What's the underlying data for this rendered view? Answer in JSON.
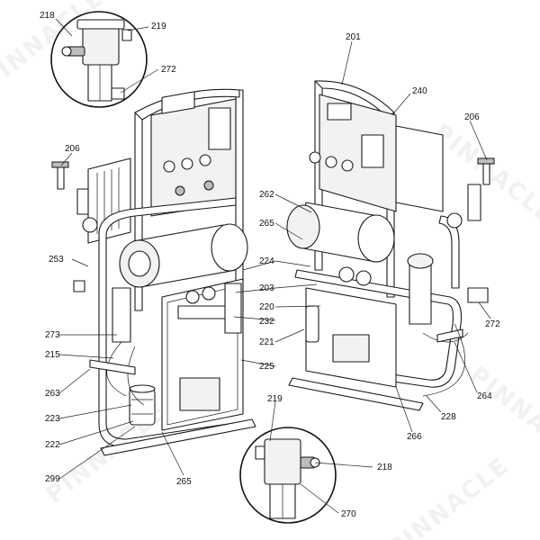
{
  "watermark": "PINNACLE",
  "callouts": [
    {
      "id": "c218a",
      "text": "218"
    },
    {
      "id": "c219a",
      "text": "219"
    },
    {
      "id": "c272a",
      "text": "272"
    },
    {
      "id": "c201",
      "text": "201"
    },
    {
      "id": "c240",
      "text": "240"
    },
    {
      "id": "c206a",
      "text": "206"
    },
    {
      "id": "c206b",
      "text": "206"
    },
    {
      "id": "c262",
      "text": "262"
    },
    {
      "id": "c265a",
      "text": "265"
    },
    {
      "id": "c224",
      "text": "224"
    },
    {
      "id": "c203",
      "text": "203"
    },
    {
      "id": "c220",
      "text": "220"
    },
    {
      "id": "c232",
      "text": "232"
    },
    {
      "id": "c221",
      "text": "221"
    },
    {
      "id": "c225",
      "text": "225"
    },
    {
      "id": "c253",
      "text": "253"
    },
    {
      "id": "c273",
      "text": "273"
    },
    {
      "id": "c215",
      "text": "215"
    },
    {
      "id": "c263",
      "text": "263"
    },
    {
      "id": "c223",
      "text": "223"
    },
    {
      "id": "c222",
      "text": "222"
    },
    {
      "id": "c299",
      "text": "299"
    },
    {
      "id": "c265b",
      "text": "265"
    },
    {
      "id": "c272b",
      "text": "272"
    },
    {
      "id": "c264",
      "text": "264"
    },
    {
      "id": "c228",
      "text": "228"
    },
    {
      "id": "c266",
      "text": "266"
    },
    {
      "id": "c219b",
      "text": "219"
    },
    {
      "id": "c218b",
      "text": "218"
    },
    {
      "id": "c270",
      "text": "270"
    }
  ]
}
